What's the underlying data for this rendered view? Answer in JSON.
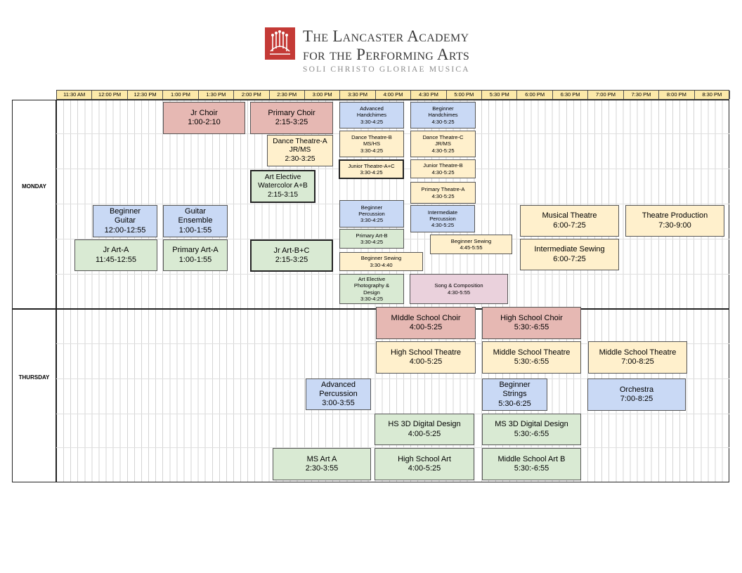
{
  "logo": {
    "line1": "The Lancaster Academy",
    "line2": "for the Performing Arts",
    "line3": "SOLI CHRISTO GLORIAE MUSICA"
  },
  "time_slots": [
    "11:30 AM",
    "12:00 PM",
    "12:30 PM",
    "1:00 PM",
    "1:30 PM",
    "2:00 PM",
    "2:30 PM",
    "3:00 PM",
    "3:30 PM",
    "4:00 PM",
    "4:30 PM",
    "5:00 PM",
    "5:30 PM",
    "6:00 PM",
    "6:30 PM",
    "7:00 PM",
    "7:30 PM",
    "8:00 PM",
    "8:30 PM"
  ],
  "days": {
    "monday": "MONDAY",
    "thursday": "THURSDAY"
  },
  "colors": {
    "choir": "#e6b8b3",
    "music": "#c9d9f5",
    "theatre": "#fff0cc",
    "art": "#d9ead3",
    "composition": "#ead1dc",
    "header": "#fce9a9"
  },
  "classes": [
    {
      "lines": [
        "Jr Choir",
        "1:00-2:10"
      ]
    },
    {
      "lines": [
        "Primary Choir",
        "2:15-3:25"
      ]
    },
    {
      "lines": [
        "Advanced",
        "Handchimes",
        "3:30-4:25"
      ]
    },
    {
      "lines": [
        "Beginner",
        "Handchimes",
        "4:30-5:25"
      ]
    },
    {
      "lines": [
        "Dance Theatre-A",
        "JR/MS",
        "2:30-3:25"
      ]
    },
    {
      "lines": [
        "Dance Theatre-B",
        "MS/HS",
        "3:30-4:25"
      ]
    },
    {
      "lines": [
        "Dance Theatre-C",
        "JR/MS",
        "4:30-5:25"
      ]
    },
    {
      "lines": [
        "Junior Theatre-A+C",
        "3:30-4:25"
      ]
    },
    {
      "lines": [
        "Junior Theatre-B",
        "4:30-5:25"
      ]
    },
    {
      "lines": [
        "Art Elective",
        "Watercolor A+B",
        "2:15-3:15"
      ]
    },
    {
      "lines": [
        "Primary Theatre-A",
        "4:30-5:25"
      ]
    },
    {
      "lines": [
        "Beginner",
        "Guitar",
        "12:00-12:55"
      ]
    },
    {
      "lines": [
        "Guitar",
        "Ensemble",
        "1:00-1:55"
      ]
    },
    {
      "lines": [
        "Beginner",
        "Percussion",
        "3:30-4:25"
      ]
    },
    {
      "lines": [
        "Intermediate",
        "Percussion",
        "4:30-5:25"
      ]
    },
    {
      "lines": [
        "Musical Theatre",
        "6:00-7:25"
      ]
    },
    {
      "lines": [
        "Theatre Production",
        "7:30-9:00"
      ]
    },
    {
      "lines": [
        "Primary Art-B",
        "3:30-4:25"
      ]
    },
    {
      "lines": [
        "Beginner Sewing",
        "4:45-5:55"
      ]
    },
    {
      "lines": [
        "Jr Art-A",
        "11:45-12:55"
      ]
    },
    {
      "lines": [
        "Primary Art-A",
        "1:00-1:55"
      ]
    },
    {
      "lines": [
        "Jr Art-B+C",
        "2:15-3:25"
      ]
    },
    {
      "lines": [
        "Beginner Sewing",
        "3:30-4:40"
      ]
    },
    {
      "lines": [
        "Intermediate Sewing",
        "6:00-7:25"
      ]
    },
    {
      "lines": [
        "Art Elective",
        "Photography &",
        "Design",
        "3:30-4:25"
      ]
    },
    {
      "lines": [
        "Song & Composition",
        "4:30-5:55"
      ]
    },
    {
      "lines": [
        "MIddle School Choir",
        "4:00-5:25"
      ]
    },
    {
      "lines": [
        "High School Choir",
        "5:30:-6:55"
      ]
    },
    {
      "lines": [
        "High School Theatre",
        "4:00-5:25"
      ]
    },
    {
      "lines": [
        "Middle School Theatre",
        "5:30:-6:55"
      ]
    },
    {
      "lines": [
        "Middle School Theatre",
        "7:00-8:25"
      ]
    },
    {
      "lines": [
        "Advanced",
        "Percussion",
        "3:00-3:55"
      ]
    },
    {
      "lines": [
        "Beginner",
        "Strings",
        "5:30-6:25"
      ]
    },
    {
      "lines": [
        "Orchestra",
        "7:00-8:25"
      ]
    },
    {
      "lines": [
        "HS 3D Digital Design",
        "4:00-5:25"
      ]
    },
    {
      "lines": [
        "MS 3D Digital Design",
        "5:30:-6:55"
      ]
    },
    {
      "lines": [
        "MS Art A",
        "2:30-3:55"
      ]
    },
    {
      "lines": [
        "High School Art",
        "4:00-5:25"
      ]
    },
    {
      "lines": [
        "Middle School Art B",
        "5:30:-6:55"
      ]
    }
  ]
}
